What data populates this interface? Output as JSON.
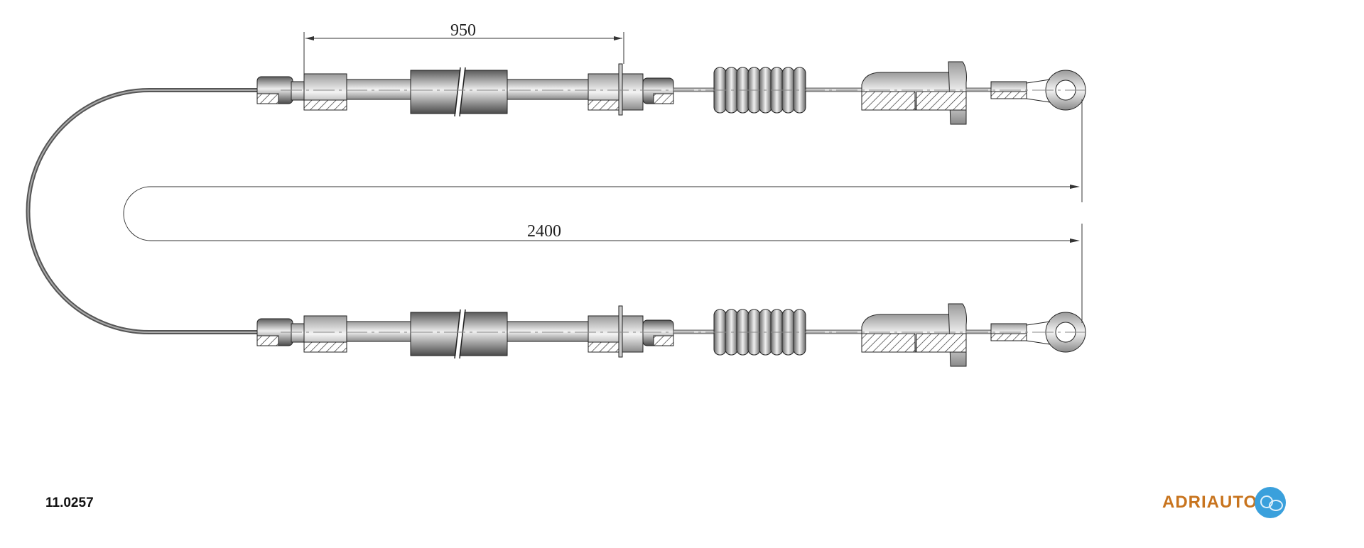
{
  "part_number": "11.0257",
  "dimensions": {
    "adjuster_length": "950",
    "total_length": "2400"
  },
  "logo": {
    "text": "ADRIAUTO",
    "accent": "#c8741e",
    "mark_color": "#3aa0dc"
  }
}
